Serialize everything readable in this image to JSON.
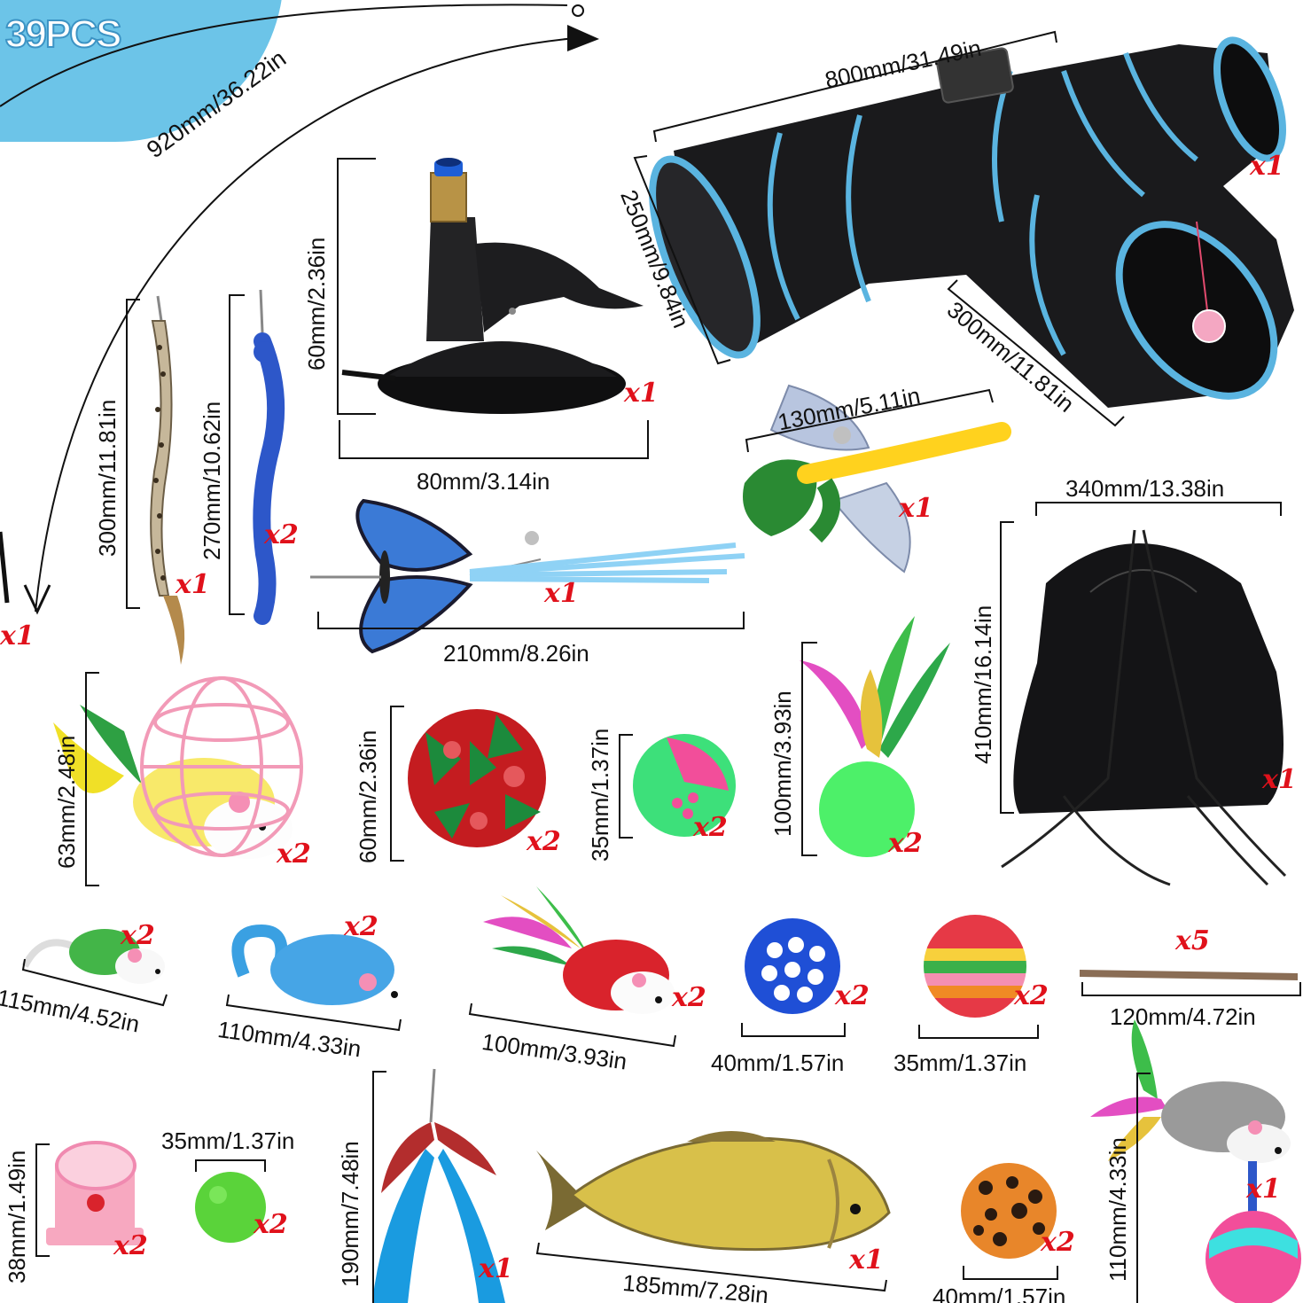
{
  "badge": {
    "label": "39PCS",
    "color": "#6cc4e8"
  },
  "wand": {
    "length_label": "920mm/36.22in",
    "qty": "x1"
  },
  "tunnel": {
    "width_label": "800mm/31.49in",
    "diameter_label": "250mm/9.84in",
    "branch_label": "300mm/11.81in",
    "qty": "x1",
    "trim_color": "#5ab4e0"
  },
  "suction_cup": {
    "height_label": "60mm/2.36in",
    "width_label": "80mm/3.14in",
    "qty": "x1"
  },
  "leopard_refill": {
    "label": "300mm/11.81in",
    "qty": "x1"
  },
  "worm_refill": {
    "label": "270mm/10.62in",
    "qty": "x2"
  },
  "butterfly": {
    "label": "210mm/8.26in",
    "qty": "x1"
  },
  "dragonfly": {
    "label": "130mm/5.11in",
    "qty": "x1"
  },
  "backpack": {
    "width_label": "340mm/13.38in",
    "height_label": "410mm/16.14in",
    "qty": "x1"
  },
  "cage_mouse": {
    "label": "63mm/2.48in",
    "qty": "x2"
  },
  "crinkle_ball": {
    "label": "60mm/2.36in",
    "qty": "x2"
  },
  "bell_ball": {
    "label": "35mm/1.37in",
    "qty": "x2"
  },
  "feather_ball": {
    "label": "100mm/3.93in",
    "qty": "x2"
  },
  "small_mouse": {
    "label": "115mm/4.52in",
    "qty": "x2"
  },
  "blue_mouse": {
    "label": "110mm/4.33in",
    "qty": "x2"
  },
  "feather_mouse": {
    "label": "100mm/3.93in",
    "qty": "x2"
  },
  "cage_ball": {
    "label": "40mm/1.57in",
    "qty": "x2"
  },
  "rainbow_ball": {
    "label": "35mm/1.37in",
    "qty": "x2"
  },
  "catnip_stick": {
    "label": "120mm/4.72in",
    "qty": "x5"
  },
  "roller": {
    "label": "38mm/1.49in",
    "qty": "x2"
  },
  "pom_ball": {
    "label": "35mm/1.37in",
    "qty": "x2"
  },
  "feather_refill": {
    "label": "190mm/7.48in",
    "qty": "x1"
  },
  "fish": {
    "label": "185mm/7.28in",
    "qty": "x1"
  },
  "leopard_ball": {
    "label": "40mm/1.57in",
    "qty": "x2"
  },
  "tumbler_mouse": {
    "label": "110mm/4.33in",
    "qty": "x1"
  }
}
